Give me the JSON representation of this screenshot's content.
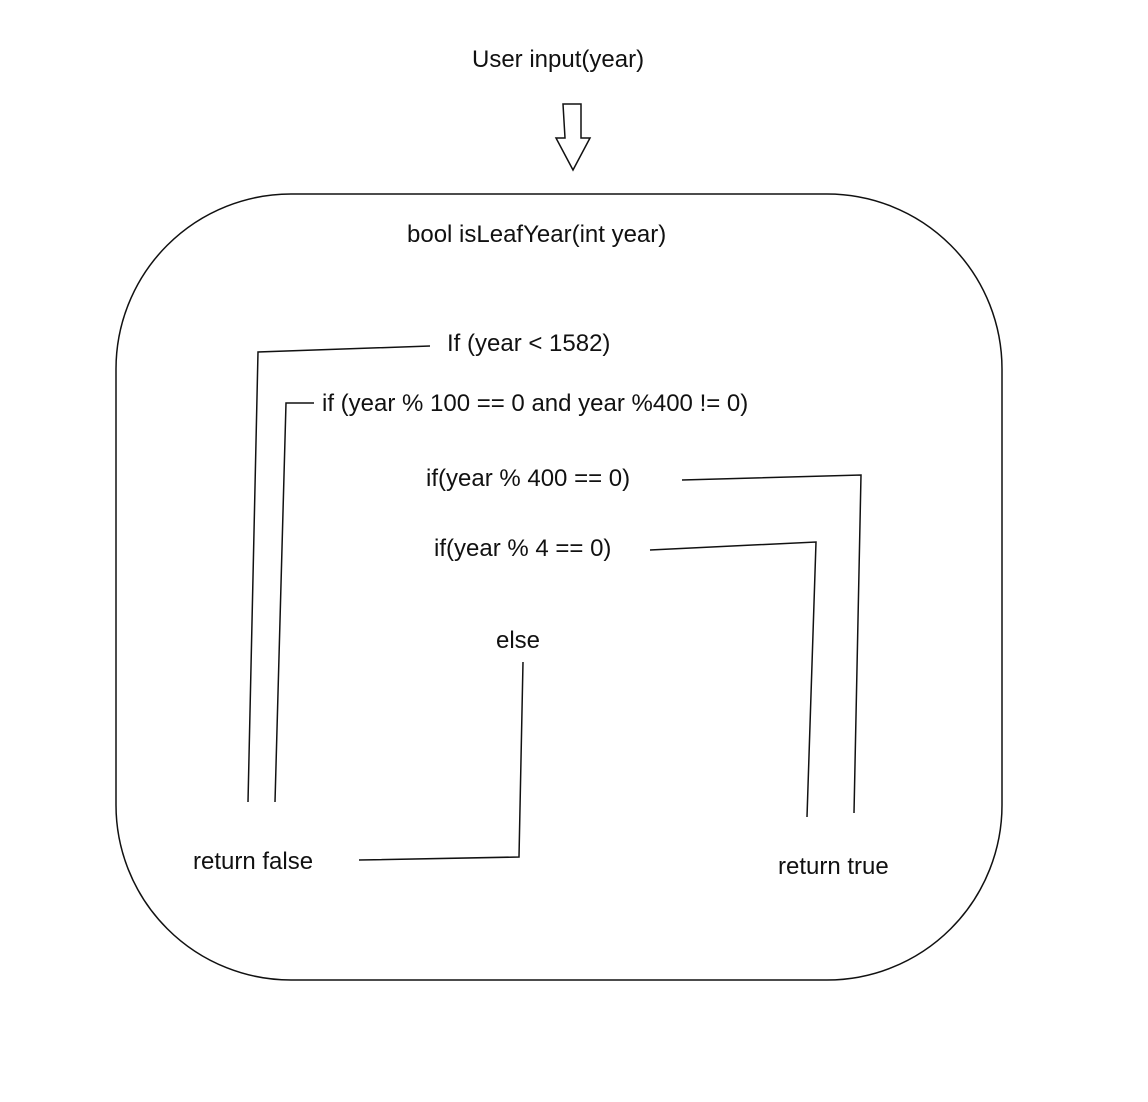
{
  "diagram": {
    "input": "User input(year)",
    "function": "bool isLeafYear(int year)",
    "conditions": {
      "before_1582": "If (year < 1582)",
      "century_not_400": "if (year % 100 == 0 and year %400 != 0)",
      "div_400": "if(year % 400 == 0)",
      "div_4": "if(year % 4 == 0)",
      "else": "else"
    },
    "outputs": {
      "false": "return false",
      "true": "return true"
    },
    "colors": {
      "stroke": "#111111",
      "background": "#ffffff"
    }
  }
}
